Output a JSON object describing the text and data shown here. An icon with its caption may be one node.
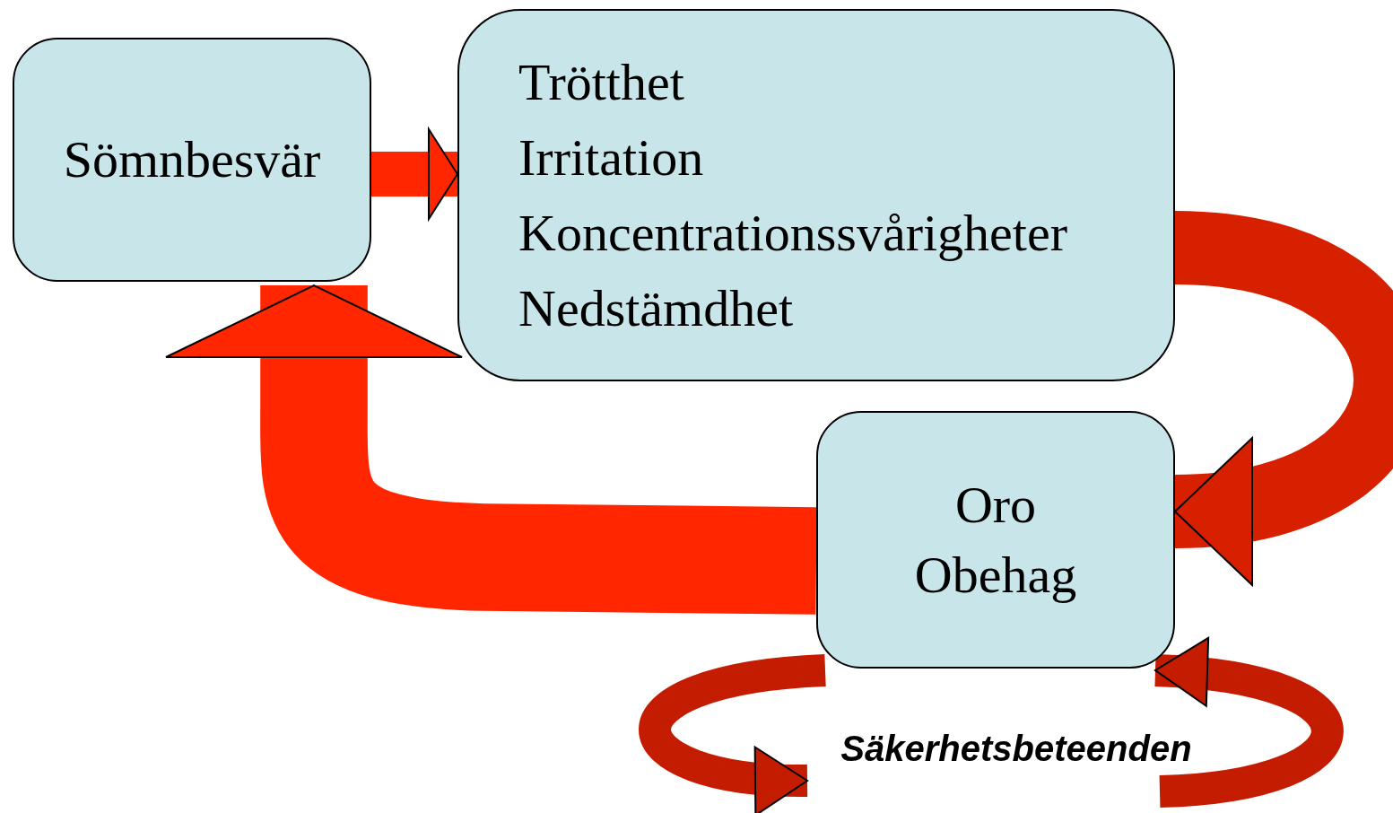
{
  "diagram": {
    "nodes": [
      {
        "text": [
          "Sömnbesvär"
        ]
      },
      {
        "text": [
          "Trötthet",
          "Irritation",
          "Koncentrationssvårigheter",
          "Nedstämdhet"
        ]
      },
      {
        "text": [
          "Oro",
          "Obehag"
        ]
      },
      {
        "text": [
          "Säkerhetsbeteenden"
        ]
      }
    ],
    "edges": [
      {
        "from": 0,
        "to": 1,
        "arrow": "to"
      },
      {
        "from": 1,
        "to": 2,
        "arrow": "to",
        "color": "#d62000"
      },
      {
        "from": 2,
        "to": 0,
        "arrow": "to",
        "style": "thick"
      },
      {
        "from": 2,
        "to": 3,
        "arrow": "to",
        "color": "#c41c00"
      },
      {
        "from": 3,
        "to": 2,
        "arrow": "to",
        "color": "#c41c00"
      }
    ]
  }
}
